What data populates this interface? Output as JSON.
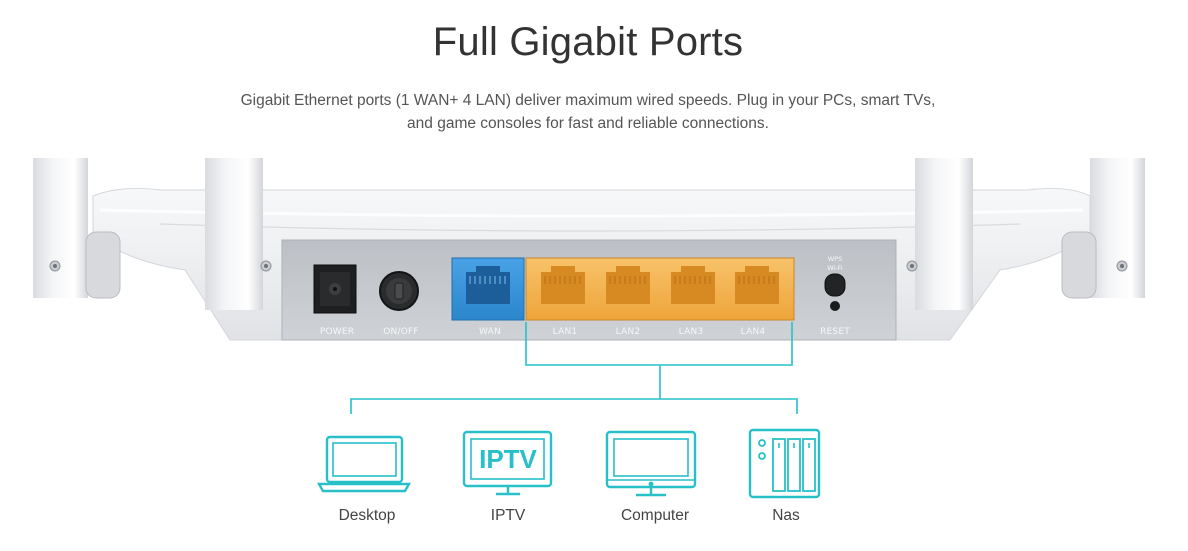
{
  "header": {
    "title": "Full Gigabit Ports",
    "description_line1": "Gigabit Ethernet ports (1 WAN+ 4 LAN) deliver maximum wired speeds. Plug in your PCs, smart TVs,",
    "description_line2": "and game consoles for fast and reliable connections."
  },
  "router": {
    "ports": {
      "power": "POWER",
      "on_off": "ON/OFF",
      "wan": "WAN",
      "lan1": "LAN1",
      "lan2": "LAN2",
      "lan3": "LAN3",
      "lan4": "LAN4",
      "wps_line1": "WPS",
      "wps_line2": "Wi-Fi",
      "reset": "RESET"
    }
  },
  "devices": [
    {
      "label": "Desktop",
      "icon": "laptop-icon"
    },
    {
      "label": "IPTV",
      "icon": "iptv-icon",
      "icon_text": "IPTV"
    },
    {
      "label": "Computer",
      "icon": "monitor-icon"
    },
    {
      "label": "Nas",
      "icon": "nas-icon"
    }
  ],
  "colors": {
    "accent": "#27c0c9",
    "wan_port": "#2d8fd6",
    "lan_port": "#f5b54a",
    "router_body": "#e4e6e9",
    "port_panel": "#c9ccd0"
  }
}
